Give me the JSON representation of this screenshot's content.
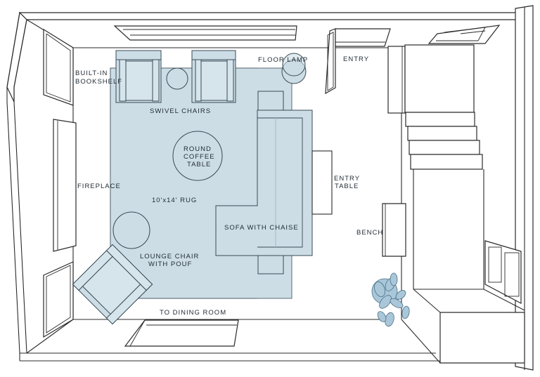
{
  "diagram": {
    "type": "floor-plan",
    "colors": {
      "rug": "#cddde6",
      "furniture_fill": "#cddde6",
      "outline": "#2b2b2b",
      "plant": "#a9c7d9",
      "background": "#ffffff"
    },
    "labels": {
      "built_in_bookshelf_line1": "BUILT-IN",
      "built_in_bookshelf_line2": "BOOKSHELF",
      "swivel_chairs": "SWIVEL CHAIRS",
      "floor_lamp": "FLOOR LAMP",
      "entry": "ENTRY",
      "round_coffee_table_line1": "ROUND",
      "round_coffee_table_line2": "COFFEE",
      "round_coffee_table_line3": "TABLE",
      "fireplace": "FIREPLACE",
      "rug": "10'x14' RUG",
      "entry_table_line1": "ENTRY",
      "entry_table_line2": "TABLE",
      "sofa_with_chaise": "SOFA WITH CHAISE",
      "bench": "BENCH",
      "lounge_chair_line1": "LOUNGE CHAIR",
      "lounge_chair_line2": "WITH POUF",
      "to_dining_room": "TO DINING ROOM"
    }
  }
}
